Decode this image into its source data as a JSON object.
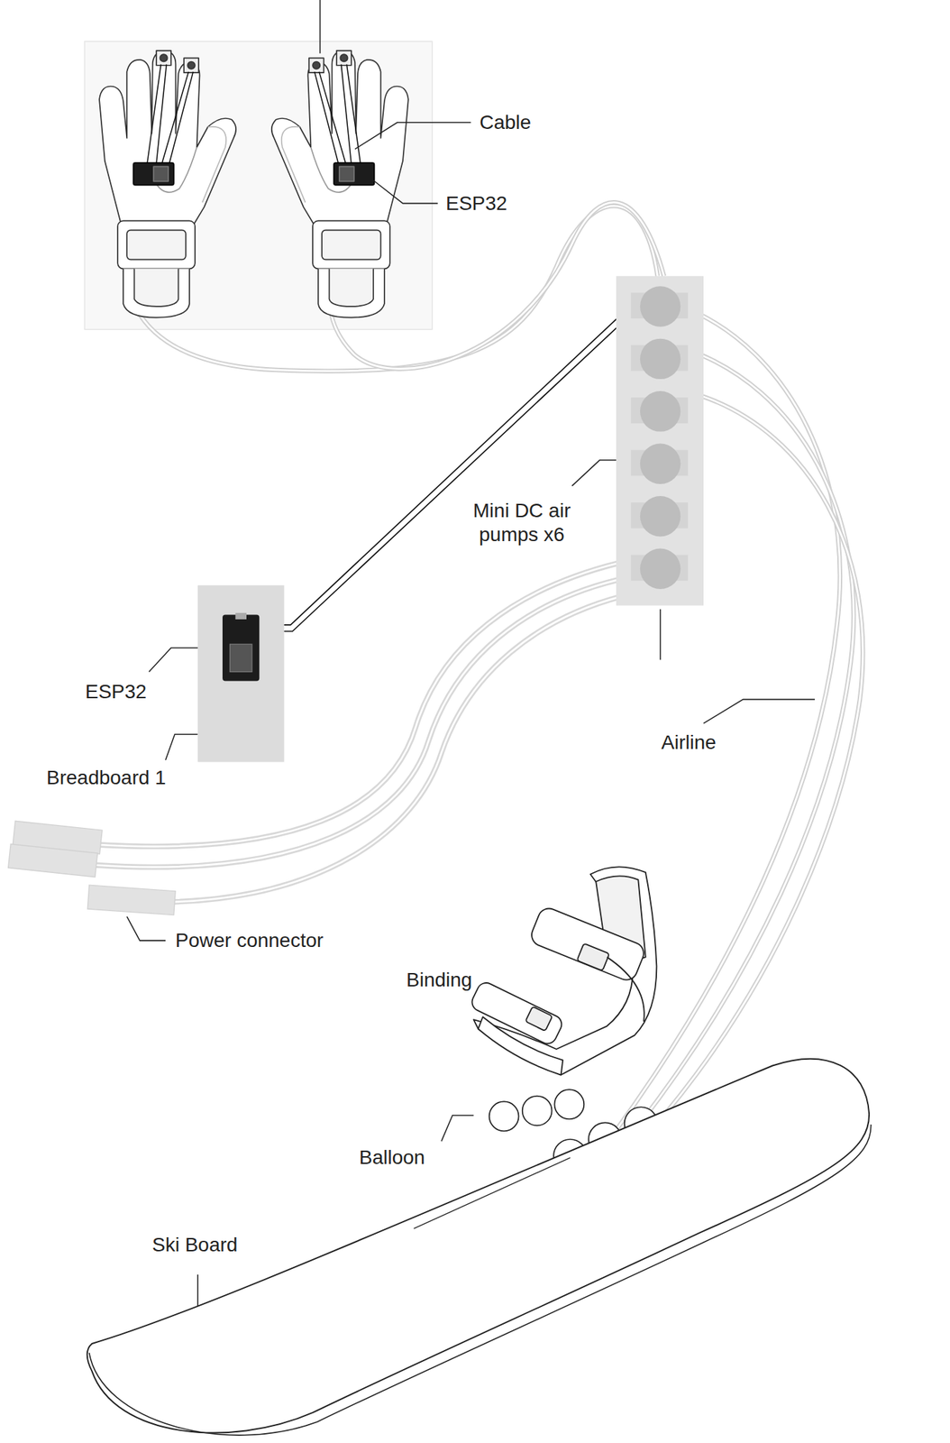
{
  "diagram": {
    "labels": [
      "Cable",
      "ESP32",
      "Mini DC air pumps x6",
      "ESP32",
      "Breadboard 1",
      "Airline",
      "Power connector",
      "Binding",
      "Balloon",
      "Ski Board"
    ]
  }
}
